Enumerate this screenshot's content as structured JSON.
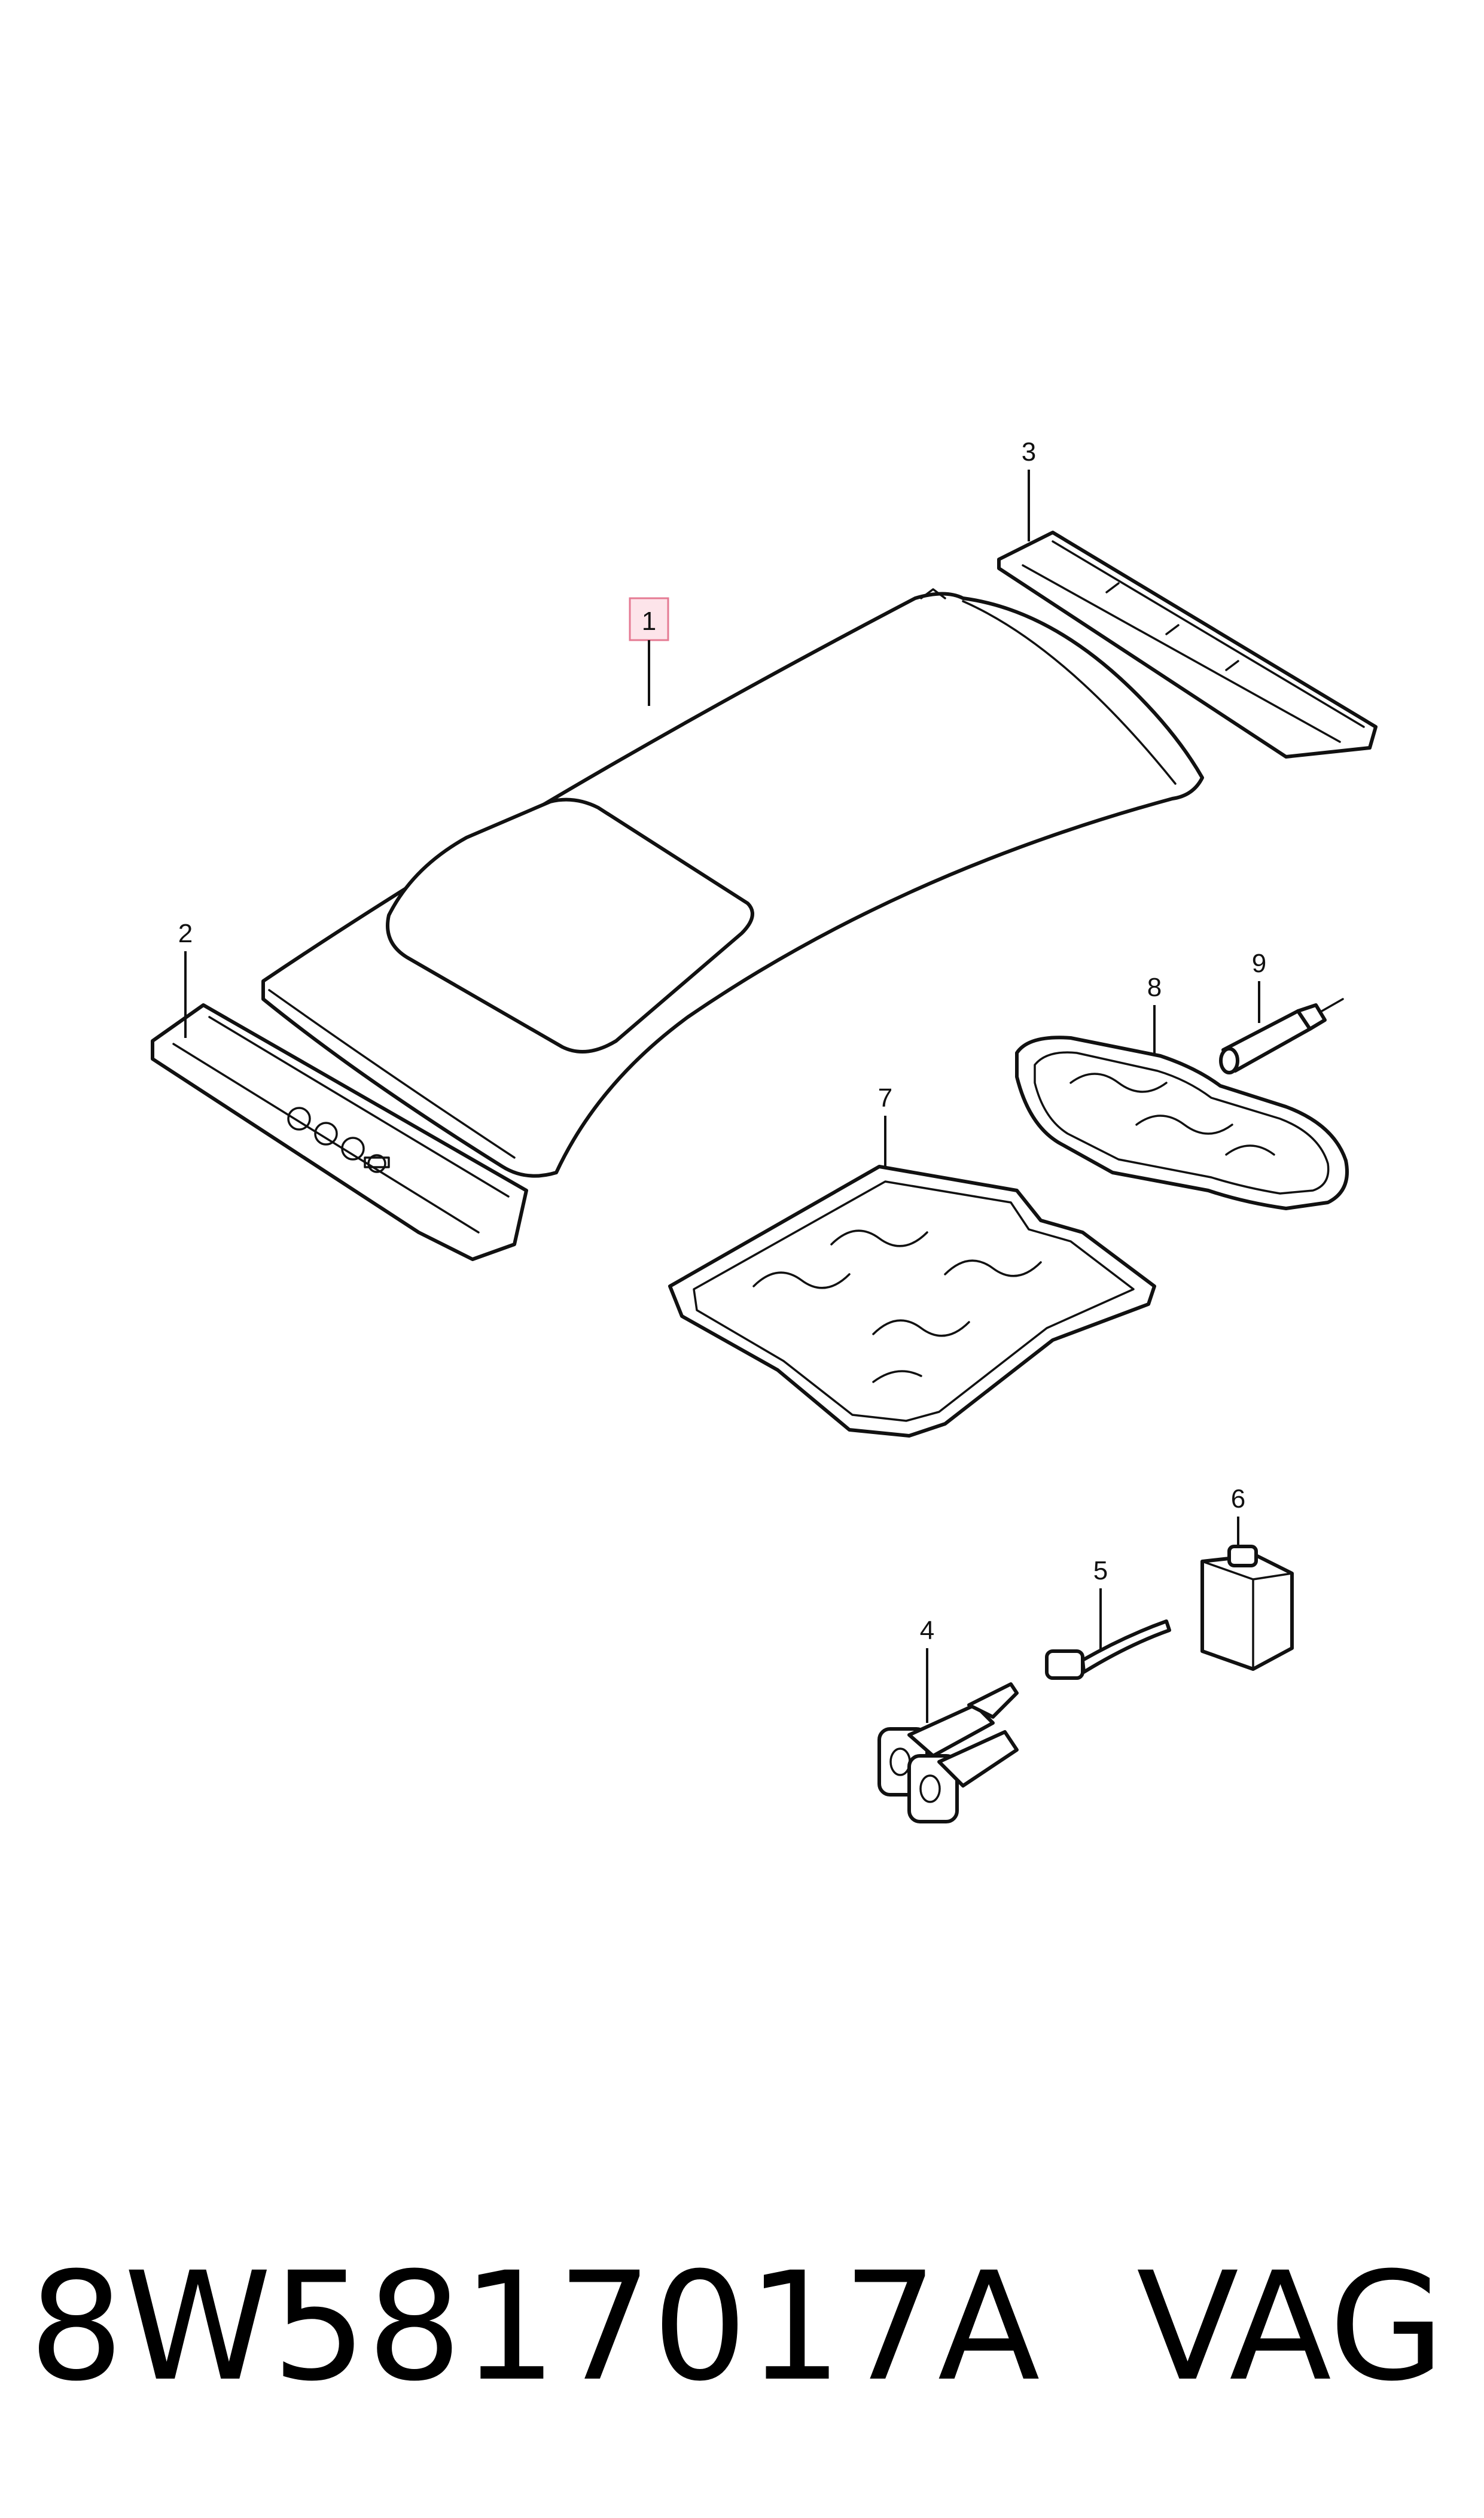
{
  "callouts": [
    {
      "id": "1",
      "label": "1",
      "highlighted": true
    },
    {
      "id": "2",
      "label": "2"
    },
    {
      "id": "3",
      "label": "3"
    },
    {
      "id": "4",
      "label": "4"
    },
    {
      "id": "5",
      "label": "5"
    },
    {
      "id": "6",
      "label": "6"
    },
    {
      "id": "7",
      "label": "7"
    },
    {
      "id": "8",
      "label": "8"
    },
    {
      "id": "9",
      "label": "9"
    }
  ],
  "caption": {
    "part_number": "8W5817017A",
    "brand": "VAG"
  },
  "colors": {
    "line": "#111111",
    "highlight_fill": "#fde4ea",
    "highlight_stroke": "#e57a93"
  }
}
